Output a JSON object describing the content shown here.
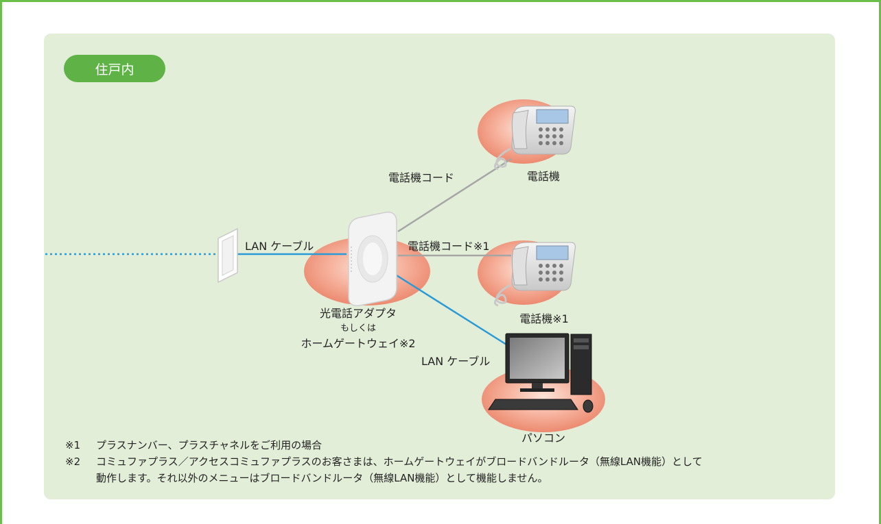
{
  "section": {
    "label": "住戸内"
  },
  "labels": {
    "lan_cable_left": "LAN ケーブル",
    "phone_cord_top": "電話機コード",
    "phone_top": "電話機",
    "phone_cord_mid": "電話機コード※1",
    "phone_mid": "電話機※1",
    "adapter_line1": "光電話アダプタ",
    "adapter_line2": "もしくは",
    "adapter_line3": "ホームゲートウェイ※2",
    "lan_cable_pc": "LAN ケーブル",
    "pc": "パソコン"
  },
  "notes": [
    {
      "mark": "※1",
      "lines": [
        "プラスナンバー、プラスチャネルをご利用の場合"
      ]
    },
    {
      "mark": "※2",
      "lines": [
        "コミュファプラス／アクセスコミュファプラスのお客さまは、ホームゲートウェイがブロードバンドルータ（無線LAN機能）として",
        "動作します。それ以外のメニューはブロードバンドルータ（無線LAN機能）として機能しません。"
      ]
    }
  ],
  "colors": {
    "frame": "#6abf4b",
    "panel": "#e3eed9",
    "badge": "#5fb245",
    "lan_line": "#2a9ad6",
    "phone_line": "#a6a6a6",
    "halo": "#ee8f78"
  },
  "icons": [
    "wall-outlet-icon",
    "router-icon",
    "telephone-icon",
    "desktop-pc-icon"
  ]
}
